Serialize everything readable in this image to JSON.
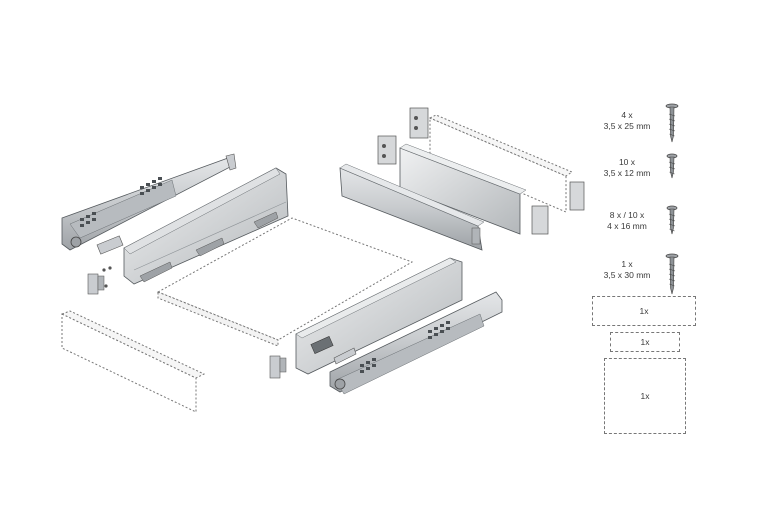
{
  "hardware": [
    {
      "qty": "4 x",
      "size": "3,5 x 25 mm"
    },
    {
      "qty": "10 x",
      "size": "3,5 x 12 mm"
    },
    {
      "qty": "8 x / 10 x",
      "size": "4 x 16 mm"
    },
    {
      "qty": "1 x",
      "size": "3,5 x 30 mm"
    }
  ],
  "panels": [
    {
      "label": "1x"
    },
    {
      "label": "1x"
    },
    {
      "label": "1x"
    }
  ],
  "colors": {
    "metal": "#c9ccd0",
    "metal_dark": "#8e9397",
    "outline": "#555a5e",
    "dashed": "#777777"
  }
}
